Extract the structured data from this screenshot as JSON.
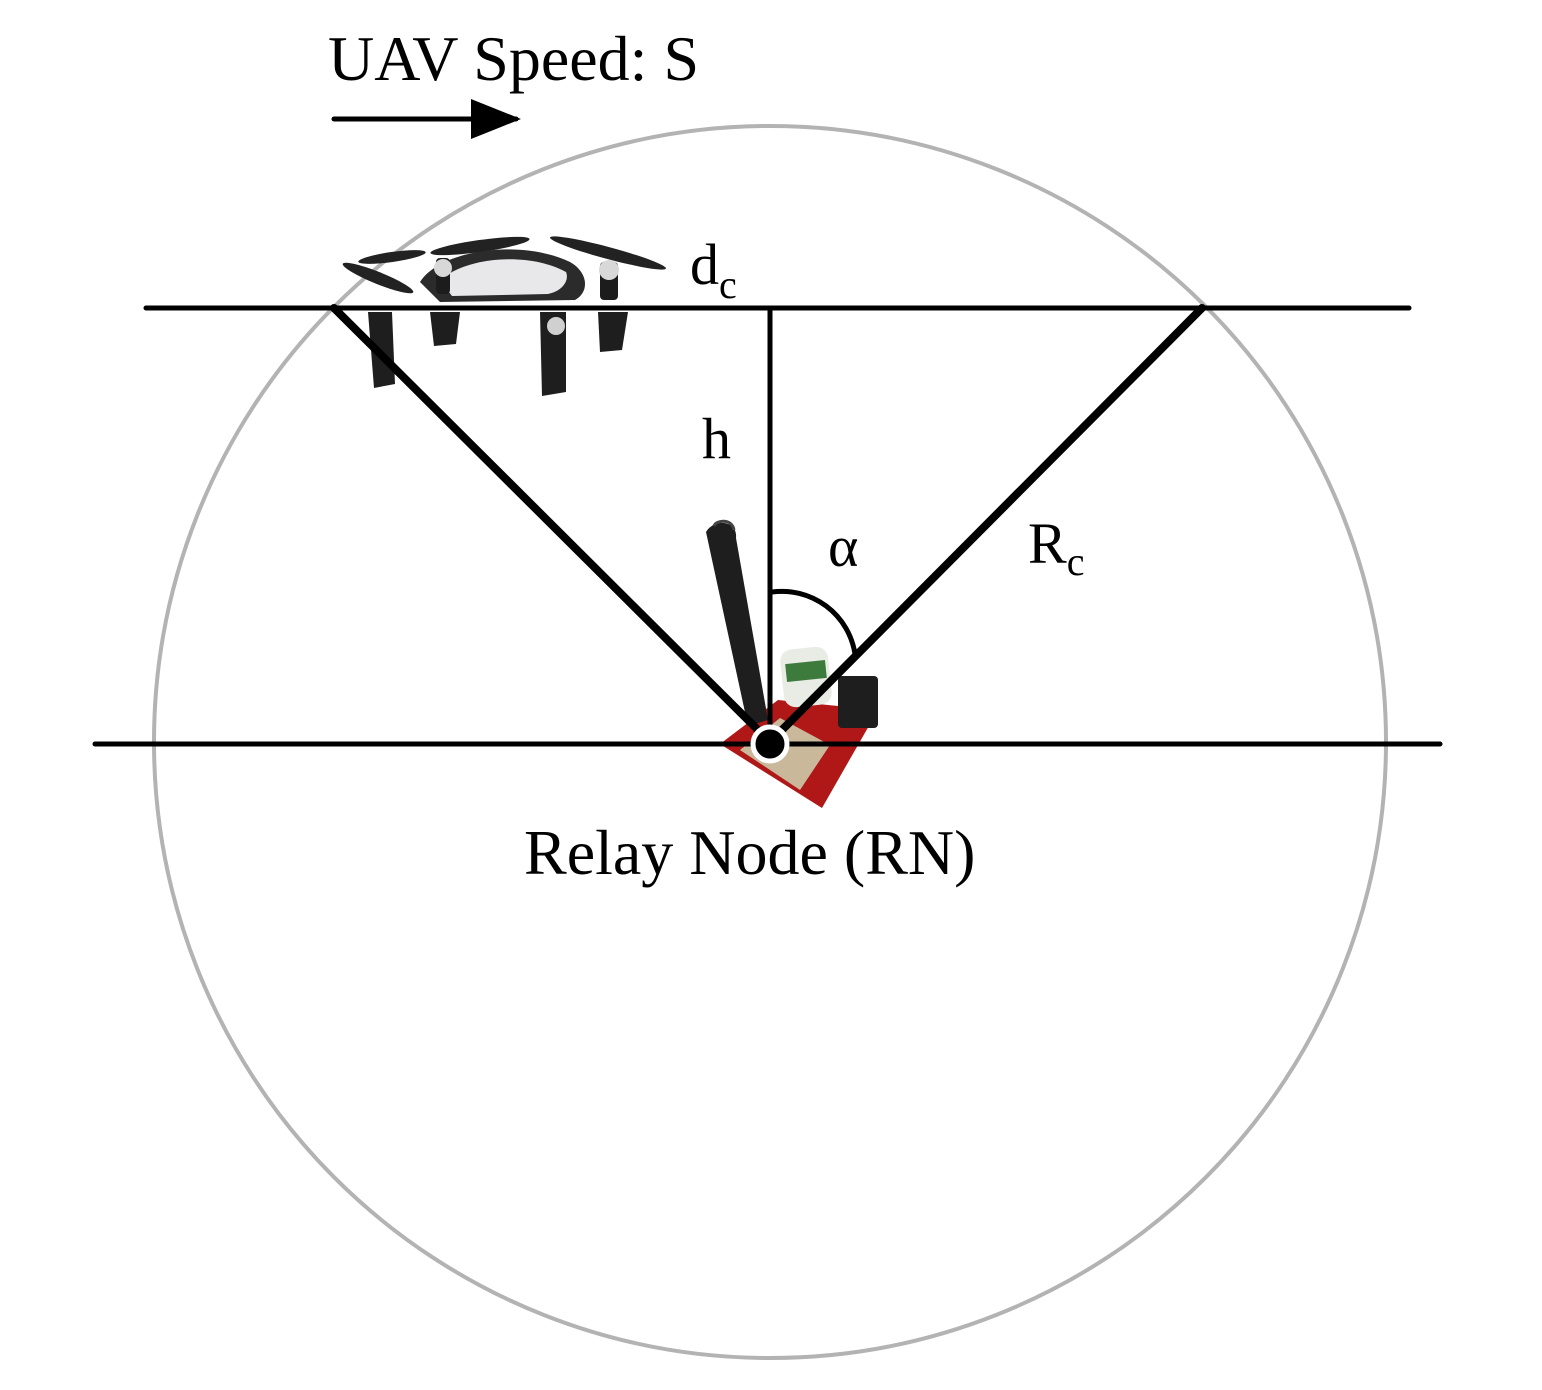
{
  "labels": {
    "speed": "UAV Speed: S",
    "dc_main": "d",
    "dc_sub": "c",
    "h": "h",
    "alpha": "α",
    "rc_main": "R",
    "rc_sub": "c",
    "relay": "Relay Node (RN)"
  },
  "colors": {
    "circle": "#b3b3b3",
    "lines": "#000000",
    "board": "#b01818"
  }
}
